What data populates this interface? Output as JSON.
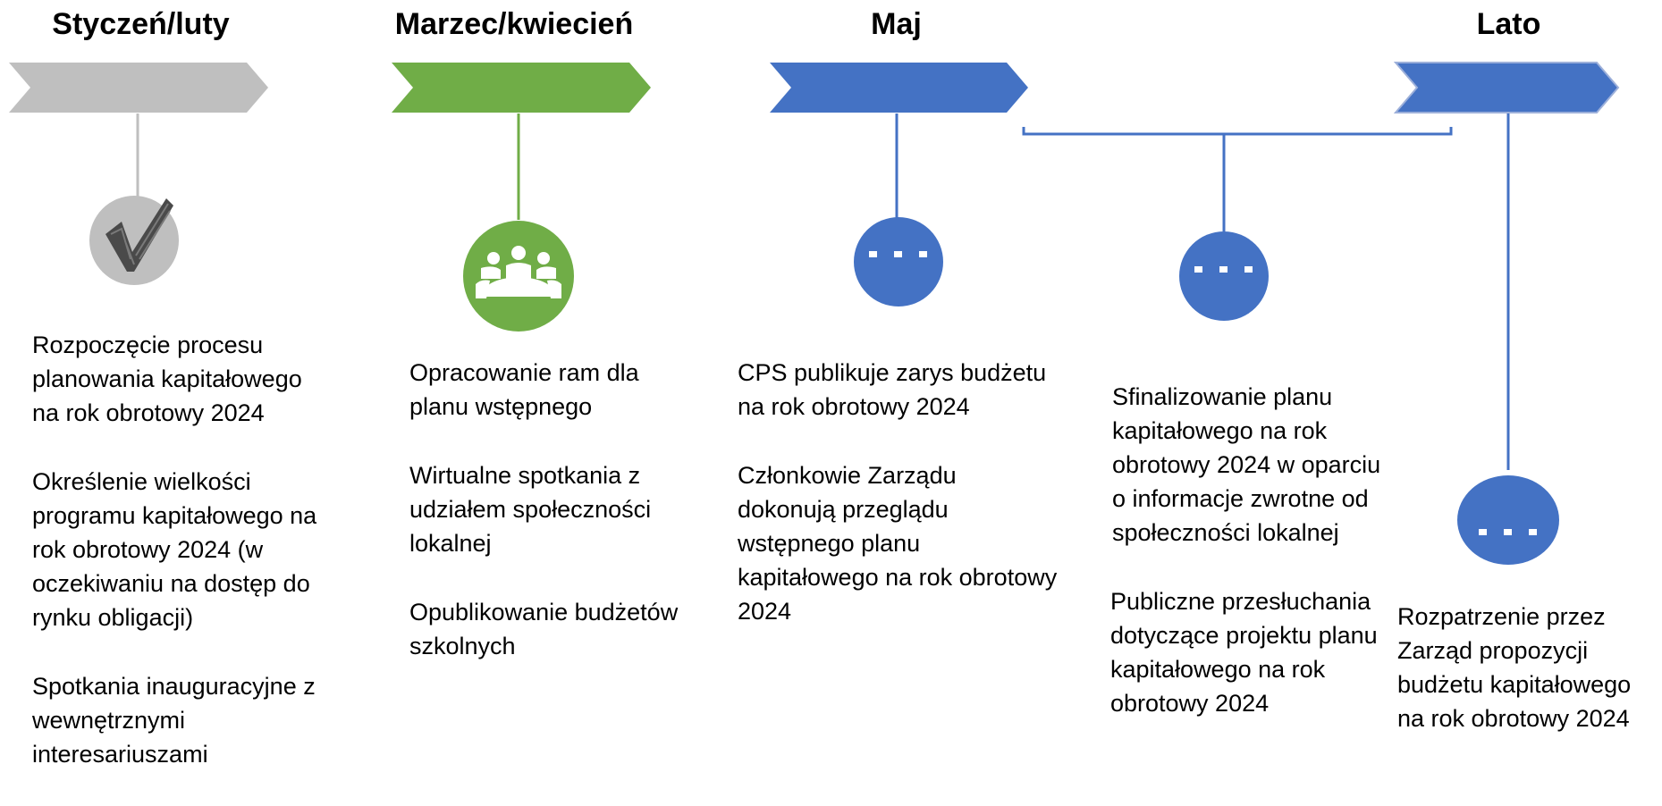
{
  "colors": {
    "phase1": "#BFBFBF",
    "phase2": "#70AD47",
    "phase3": "#4472C4",
    "text": "#000000",
    "icon_fg": "#FFFFFF"
  },
  "phases": [
    {
      "title": "Styczeń/luty",
      "icon": "checkmark-icon",
      "paragraphs": [
        "Rozpoczęcie procesu planowania kapitałowego na rok obrotowy 2024",
        "Określenie wielkości programu kapitałowego na rok obrotowy 2024 (w oczekiwaniu na dostęp do rynku obligacji)",
        "Spotkania inauguracyjne z wewnętrznymi interesariuszami"
      ]
    },
    {
      "title": "Marzec/kwiecień",
      "icon": "meeting-group-icon",
      "paragraphs": [
        "Opracowanie ram dla planu wstępnego",
        "Wirtualne spotkania z udziałem społeczności lokalnej",
        "Opublikowanie budżetów szkolnych"
      ]
    },
    {
      "title": "Maj",
      "icon": "ellipsis-icon",
      "paragraphs": [
        "CPS publikuje zarys budżetu na rok obrotowy 2024",
        "Członkowie Zarządu dokonują przeglądu wstępnego planu kapitałowego na rok obrotowy 2024"
      ]
    },
    {
      "title": "",
      "icon": "ellipsis-icon",
      "paragraphs": [
        "Sfinalizowanie planu kapitałowego na rok obrotowy 2024 w oparciu o informacje zwrotne od społeczności lokalnej",
        "Publiczne przesłuchania dotyczące projektu planu kapitałowego na rok obrotowy 2024"
      ]
    },
    {
      "title": "Lato",
      "icon": "ellipsis-icon",
      "paragraphs": [
        "Rozpatrzenie przez Zarząd propozycji budżetu kapitałowego na rok obrotowy 2024"
      ]
    }
  ]
}
